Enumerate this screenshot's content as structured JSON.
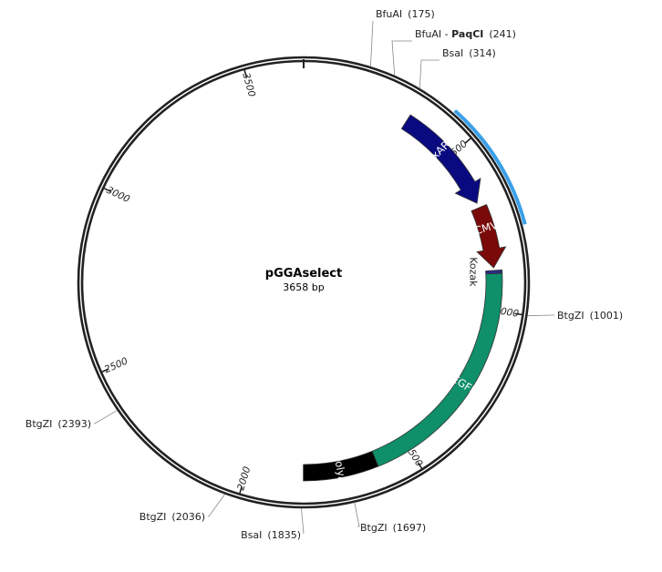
{
  "plasmid": {
    "name": "pGGAselect",
    "length_label": "3658 bp",
    "length_bp": 3658
  },
  "backbone": {
    "color": "#222222"
  },
  "ticks": [
    {
      "pos": 500,
      "label": "500"
    },
    {
      "pos": 1000,
      "label": "1000"
    },
    {
      "pos": 1500,
      "label": "1500"
    },
    {
      "pos": 2000,
      "label": "2000"
    },
    {
      "pos": 2500,
      "label": "2500"
    },
    {
      "pos": 3000,
      "label": "3000"
    },
    {
      "pos": 3500,
      "label": "3500"
    }
  ],
  "sites": [
    {
      "pos": 175,
      "name": "BfuAI",
      "pos_label": "(175)"
    },
    {
      "pos": 241,
      "name": "BfuAI - ",
      "name_bold": "PaqCI",
      "pos_label": "(241)"
    },
    {
      "pos": 314,
      "name": "BsaI",
      "pos_label": "(314)"
    },
    {
      "pos": 1001,
      "name": "BtgZI",
      "pos_label": "(1001)"
    },
    {
      "pos": 1697,
      "name": "BtgZI",
      "pos_label": "(1697)"
    },
    {
      "pos": 1835,
      "name": "BsaI",
      "pos_label": "(1835)"
    },
    {
      "pos": 2036,
      "name": "BtgZI",
      "pos_label": "(2036)"
    },
    {
      "pos": 2393,
      "name": "BtgZI",
      "pos_label": "(2393)"
    }
  ],
  "features": [
    {
      "name": "4xARE",
      "start": 330,
      "end": 665,
      "color": "#0a0a80",
      "arrow": true
    },
    {
      "name": "CMV",
      "start": 680,
      "end": 870,
      "color": "#7a0a0a",
      "arrow": true
    },
    {
      "name": "Kozak",
      "start": 878,
      "end": 888,
      "color": "#2a2a8a",
      "arrow": false
    },
    {
      "name": "EGFP",
      "start": 888,
      "end": 1605,
      "color": "#0f8f6a",
      "arrow": false
    },
    {
      "name": "PolyA",
      "start": 1605,
      "end": 1830,
      "color": "#000000",
      "arrow": false
    }
  ],
  "highlight": {
    "start": 420,
    "end": 765,
    "color": "#3aa0e8"
  }
}
